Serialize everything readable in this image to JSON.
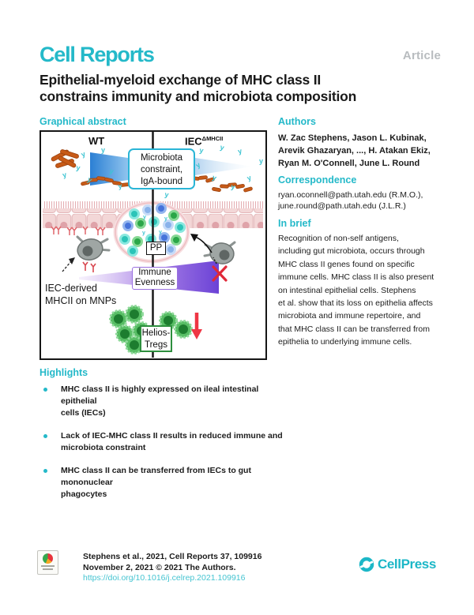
{
  "page": {
    "journal": "Cell Reports",
    "article_type": "Article",
    "title_lines": [
      "Epithelial-myeloid exchange of MHC class II",
      "constrains immunity and microbiota composition"
    ]
  },
  "colors": {
    "brand_teal": "#24b9c9",
    "link_teal": "#45c4d1",
    "article_gray": "#b8bcbf",
    "figure_blue": "#2b7fd4",
    "figure_purple": "#6b42d6",
    "figure_orange": "#c75a17",
    "figure_green": "#2aa648",
    "figure_red": "#e8333b",
    "epithelium_pink": "#f3d7d7"
  },
  "graphical_abstract": {
    "heading": "Graphical abstract",
    "figure": {
      "wt_label": "WT",
      "iec_label": "IEC",
      "iec_label_sup": "ΔMHCII",
      "microbiota_box_lines": [
        "Microbiota",
        "constraint,",
        "IgA-bound"
      ],
      "pp_label": "PP",
      "immune_box_lines": [
        "Immune",
        "Evenness"
      ],
      "iec_derived_lines": [
        "IEC-derived",
        "MHCII on MNPs"
      ],
      "tregs_box_lines": [
        "Helios-",
        "Tregs"
      ]
    }
  },
  "authors": {
    "heading": "Authors",
    "lines": [
      "W. Zac Stephens, Jason L. Kubinak,",
      "Arevik Ghazaryan, ..., H. Atakan Ekiz,",
      "Ryan M. O'Connell, June L. Round"
    ]
  },
  "correspondence": {
    "heading": "Correspondence",
    "lines": [
      "ryan.oconnell@path.utah.edu (R.M.O.),",
      "june.round@path.utah.edu (J.L.R.)"
    ]
  },
  "in_brief": {
    "heading": "In brief",
    "text": "Recognition of non-self antigens,\nincluding gut microbiota, occurs through\nMHC class II genes found on specific\nimmune cells. MHC class II is also present\non intestinal epithelial cells. Stephens\net al. show that its loss on epithelia affects\nmicrobiota and immune repertoire, and\nthat MHC class II can be transferred from\nepithelia to underlying immune cells."
  },
  "highlights": {
    "heading": "Highlights",
    "items": [
      "MHC class II is highly expressed on ileal intestinal epithelial\ncells (IECs)",
      "Lack of IEC-MHC class II results in reduced immune and\nmicrobiota constraint",
      "MHC class II can be transferred from IECs to gut mononuclear\nphagocytes"
    ]
  },
  "footer": {
    "citation_line1": "Stephens et al., 2021, Cell Reports 37, 109916",
    "citation_line2": "November 2, 2021 © 2021 The Authors.",
    "doi": "https://doi.org/10.1016/j.celrep.2021.109916",
    "publisher": "CellPress"
  }
}
